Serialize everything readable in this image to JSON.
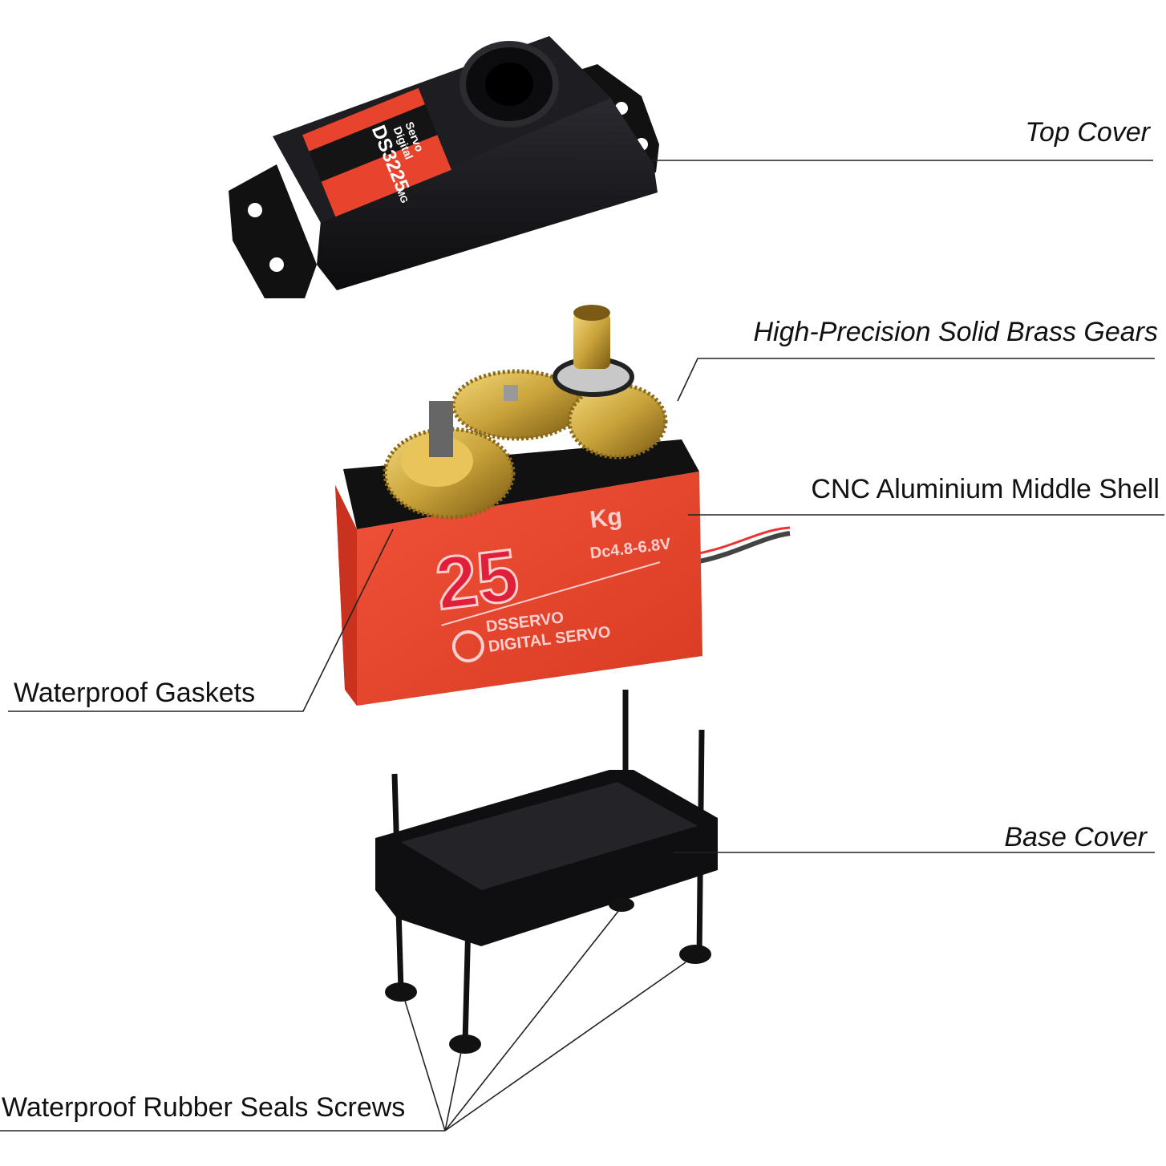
{
  "labels": {
    "top_cover": "Top Cover",
    "brass_gears": "High-Precision Solid Brass Gears",
    "middle_shell": "CNC Aluminium Middle Shell",
    "gaskets": "Waterproof Gaskets",
    "base_cover": "Base Cover",
    "screws": "Waterproof Rubber Seals Screws"
  },
  "top_cover_sticker": {
    "model": "DS3225",
    "suffix": "MG",
    "line1": "Digital",
    "line2": "Servo"
  },
  "middle_shell_print": {
    "torque": "25",
    "unit": "Kg",
    "voltage": "Dc4.8-6.8V",
    "brand": "DSSERVO",
    "type": "DIGITAL SERVO"
  },
  "colors": {
    "shell_red": "#e8432c",
    "cover_black": "#16161a",
    "brass": "#c9a23a",
    "line": "#222222"
  }
}
